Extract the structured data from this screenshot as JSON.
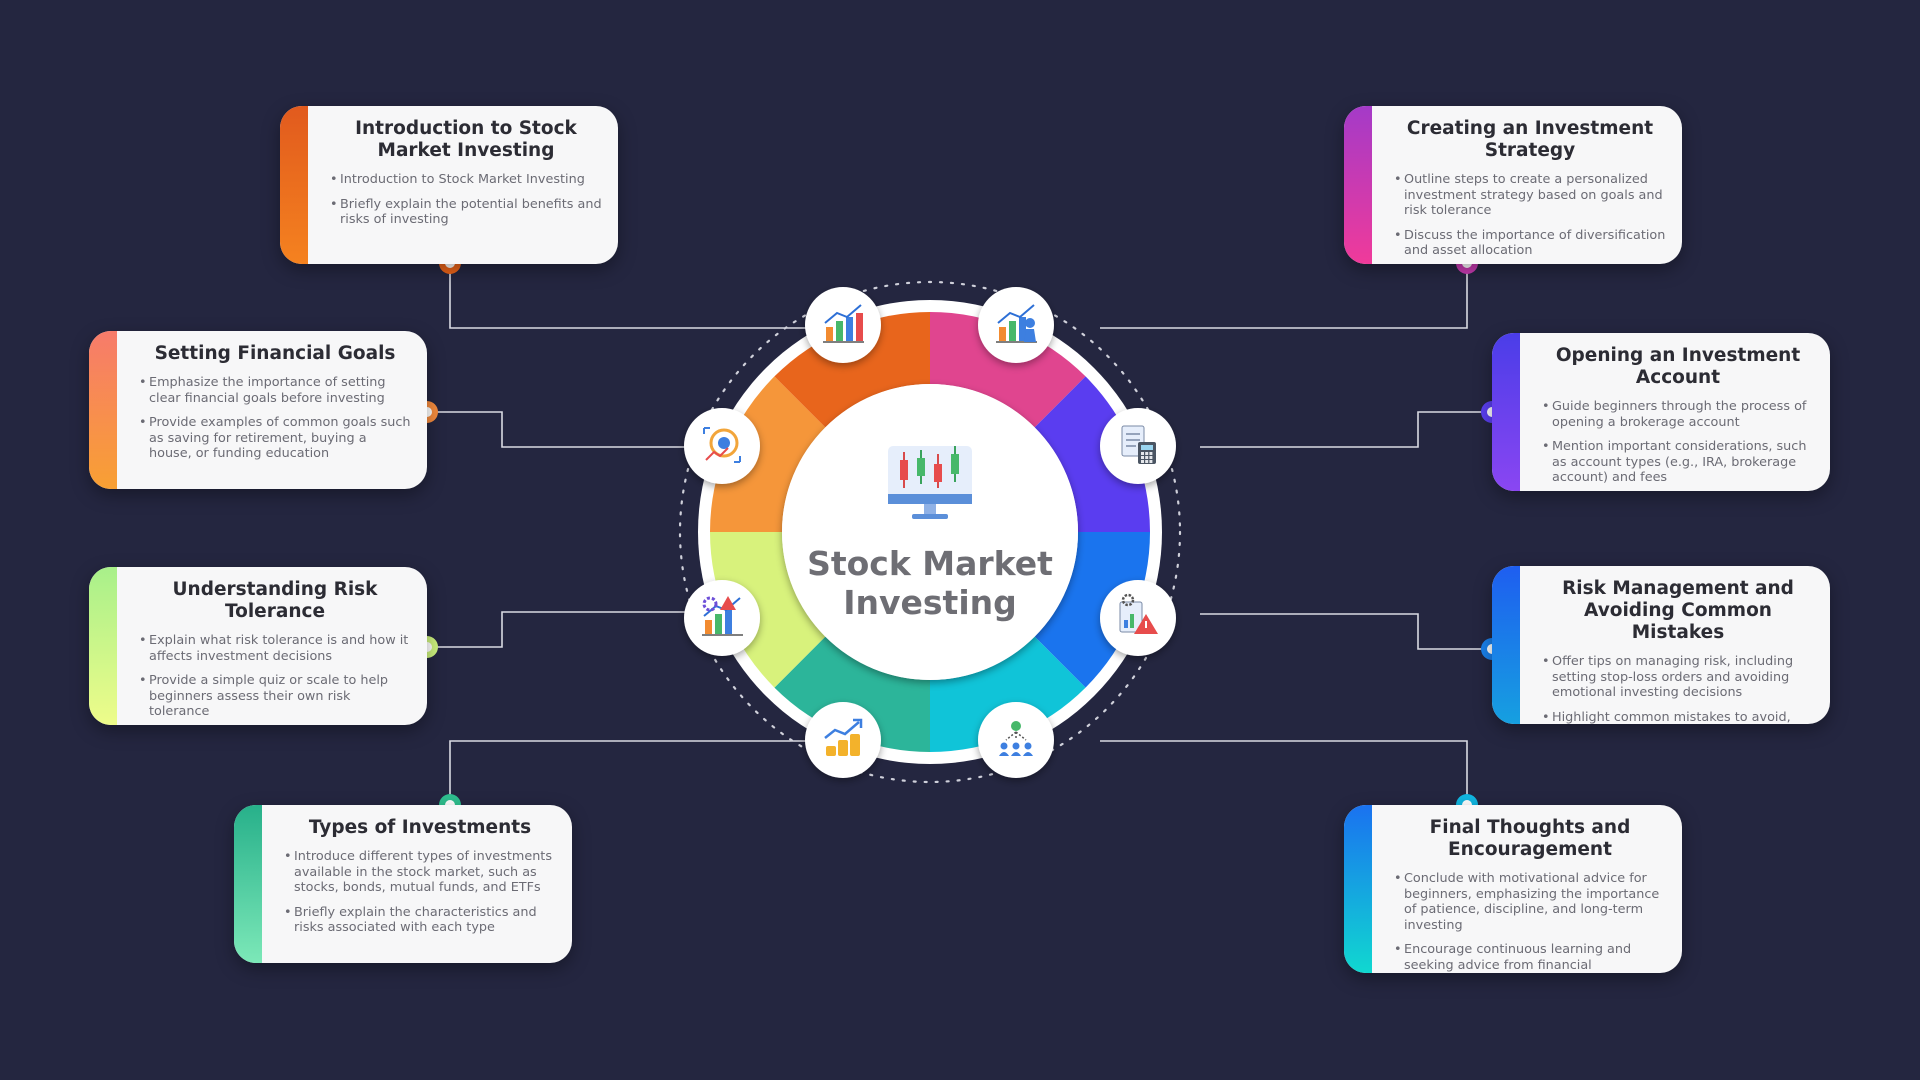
{
  "center": {
    "title_line1": "Stock Market",
    "title_line2": "Investing",
    "icon": "candlestick-monitor-icon"
  },
  "colors": {
    "background": "#242640",
    "orange": "#e8641c",
    "light_orange": "#f59a3a",
    "yellow_green": "#d8f06a",
    "teal": "#2fbf9a",
    "cyan": "#12c6d6",
    "blue": "#1470e8",
    "indigo": "#5a3ff0",
    "magenta": "#d93aa6"
  },
  "cards": [
    {
      "id": "introduction",
      "title": "Introduction to Stock Market Investing",
      "bullets": [
        "Introduction to Stock Market Investing",
        "Briefly explain the potential benefits and risks of investing"
      ],
      "icon": "bar-chart-growth-icon"
    },
    {
      "id": "financial-goals",
      "title": "Setting Financial Goals",
      "bullets": [
        "Emphasize the importance of setting clear financial goals before investing",
        "Provide examples of common goals such as saving for retirement, buying a house, or funding education"
      ],
      "icon": "target-focus-icon"
    },
    {
      "id": "risk-tolerance",
      "title": "Understanding Risk Tolerance",
      "bullets": [
        "Explain what risk tolerance is and how it affects investment decisions",
        "Provide a simple quiz or scale to help beginners assess their own risk tolerance"
      ],
      "icon": "risk-chart-gear-icon"
    },
    {
      "id": "types",
      "title": "Types of Investments",
      "bullets": [
        "Introduce different types of investments available in the stock market, such as stocks, bonds, mutual funds, and ETFs",
        "Briefly explain the characteristics and risks associated with each type"
      ],
      "icon": "coins-growth-icon"
    },
    {
      "id": "strategy",
      "title": "Creating an Investment Strategy",
      "bullets": [
        "Outline steps to create a personalized investment strategy based on goals and risk tolerance",
        "Discuss the importance of diversification and asset allocation"
      ],
      "icon": "chess-chart-icon"
    },
    {
      "id": "account",
      "title": "Opening an Investment Account",
      "bullets": [
        "Guide beginners through the process of opening a brokerage account",
        "Mention important considerations, such as account types (e.g., IRA, brokerage account) and fees"
      ],
      "icon": "calculator-document-icon"
    },
    {
      "id": "risk-management",
      "title": "Risk Management and Avoiding Common Mistakes",
      "bullets": [
        "Offer tips on managing risk, including setting stop-loss orders and avoiding emotional investing decisions",
        "Highlight common mistakes to avoid, such as trying to time the market or investing in speculative stocks"
      ],
      "icon": "warning-report-icon"
    },
    {
      "id": "final",
      "title": "Final Thoughts and Encouragement",
      "bullets": [
        "Conclude with motivational advice for beginners, emphasizing the importance of patience, discipline, and long-term investing",
        "Encourage continuous learning and seeking advice from financial professionals when needed"
      ],
      "icon": "team-growth-icon"
    }
  ]
}
